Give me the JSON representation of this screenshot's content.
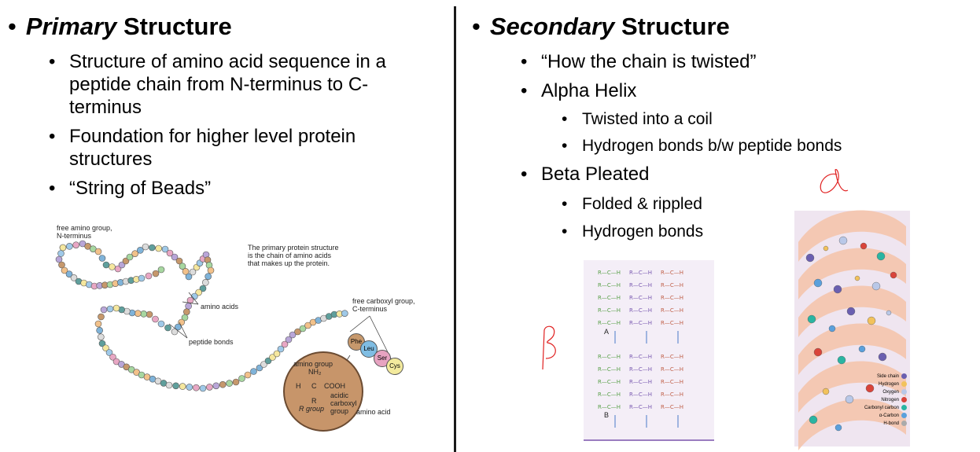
{
  "left": {
    "heading_em": "Primary",
    "heading_rest": " Structure",
    "bullets": [
      "Structure of amino acid sequence in a peptide chain from N-terminus to C-terminus",
      "Foundation for higher level protein structures",
      "“String of Beads”"
    ],
    "figure": {
      "n_term": "free amino group,",
      "n_term2": "N-terminus",
      "caption1": "The primary protein structure",
      "caption2": "is the chain of amino acids",
      "caption3": "that makes up the protein.",
      "amino_acids": "amino acids",
      "peptide_bonds": "peptide bonds",
      "c_term": "free carboxyl group,",
      "c_term2": "C-terminus",
      "res1": "Phe",
      "res2": "Leu",
      "res3": "Ser",
      "res4": "Cys",
      "amino_group": "amino group",
      "nh2": "NH₂",
      "h": "H",
      "c": "C",
      "cooh": "COOH",
      "r": "R",
      "r_group": "R group",
      "acidic": "acidic",
      "carboxyl": "carboxyl",
      "group": "group",
      "amino_acid": "amino acid"
    }
  },
  "right": {
    "heading_em": "Secondary",
    "heading_rest": " Structure",
    "b1": "“How the chain is twisted”",
    "b2": "Alpha Helix",
    "b2_sub": [
      "Twisted into a coil",
      "Hydrogen bonds b/w peptide bonds"
    ],
    "b3": "Beta Pleated",
    "b3_sub": [
      "Folded & rippled",
      "Hydrogen bonds"
    ],
    "beta_fig": {
      "a": "A",
      "b": "B"
    },
    "alpha_legend": [
      "Side chain",
      "Hydrogen",
      "Oxygen",
      "Nitrogen",
      "Carbonyl carbon",
      "α-Carbon",
      "H-bond"
    ],
    "legend_colors": [
      "#6a5fb0",
      "#f2c25c",
      "#b9c8e8",
      "#d9443a",
      "#2ab5a2",
      "#5aa0dc",
      "#aaaaaa"
    ]
  },
  "annotations": {
    "alpha": "α",
    "beta": "β"
  }
}
